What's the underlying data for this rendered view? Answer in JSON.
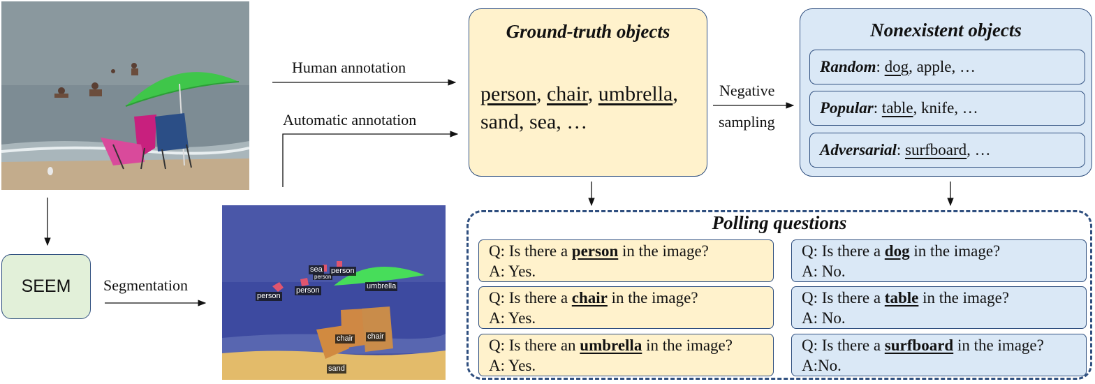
{
  "labels": {
    "human_annotation": "Human annotation",
    "automatic_annotation": "Automatic annotation",
    "negative": "Negative",
    "sampling": "sampling",
    "segmentation": "Segmentation"
  },
  "ground_truth": {
    "title": "Ground-truth objects",
    "objects": [
      "person",
      "chair",
      "umbrella"
    ],
    "rest": "sand, sea, …"
  },
  "nonexistent": {
    "title": "Nonexistent objects",
    "items": [
      {
        "strategy": "Random",
        "object": "dog",
        "rest": ", apple, …"
      },
      {
        "strategy": "Popular",
        "object": "table",
        "rest": ", knife, …"
      },
      {
        "strategy": "Adversarial",
        "object": "surfboard",
        "rest": ", …"
      }
    ]
  },
  "seem": {
    "label": "SEEM"
  },
  "segmentation_tags": {
    "sea": "sea",
    "person_1": "person",
    "person_2": "person",
    "person_3": "person",
    "person_4": "person",
    "umbrella": "umbrella",
    "chair_1": "chair",
    "chair_2": "chair",
    "sand": "sand"
  },
  "polling": {
    "title": "Polling questions",
    "left": [
      {
        "pre": "Q: Is there a ",
        "kw": "person",
        "post": " in the image?",
        "answer": "A: Yes."
      },
      {
        "pre": "Q: Is there a ",
        "kw": "chair",
        "post": " in the image?",
        "answer": "A: Yes."
      },
      {
        "pre": "Q: Is there an ",
        "kw": "umbrella",
        "post": " in the image?",
        "answer": "A: Yes."
      }
    ],
    "right": [
      {
        "pre": "Q: Is there a ",
        "kw": "dog",
        "post": " in the image?",
        "answer": "A: No."
      },
      {
        "pre": "Q: Is there a ",
        "kw": "table",
        "post": " in the image?",
        "answer": "A: No."
      },
      {
        "pre": "Q: Is there a ",
        "kw": "surfboard",
        "post": " in the image?",
        "answer": "A:No."
      }
    ]
  },
  "colors": {
    "yellow_box": "#fff2cc",
    "blue_box": "#dae8f6",
    "green_box": "#e2f0d9",
    "border": "#2f4f7f"
  }
}
